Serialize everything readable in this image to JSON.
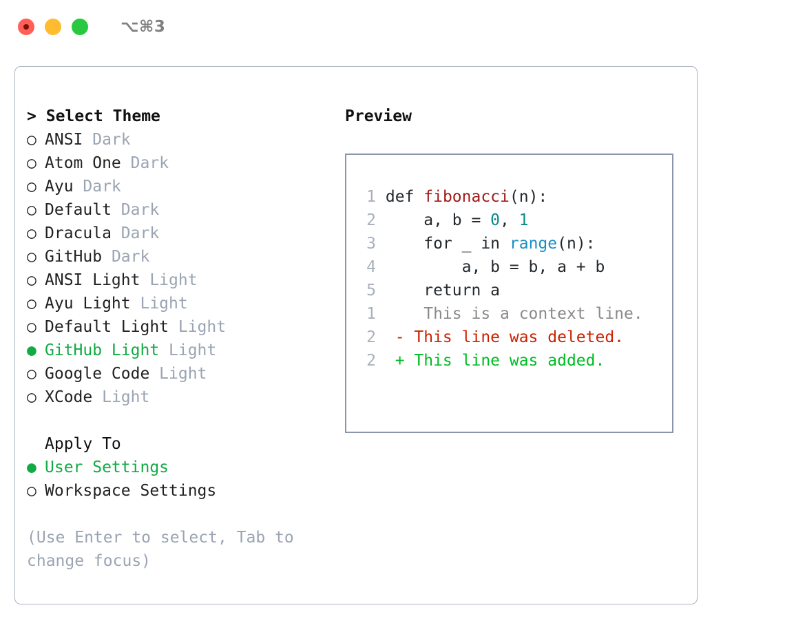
{
  "titlebar": {
    "shortcut": "⌥⌘3",
    "buttons": [
      {
        "name": "close",
        "color": "#ff5f57"
      },
      {
        "name": "minimize",
        "color": "#febc2e"
      },
      {
        "name": "maximize",
        "color": "#28c840"
      }
    ]
  },
  "theme_section": {
    "caret": ">",
    "title": "Select Theme",
    "selected": "GitHub Light",
    "items": [
      {
        "marker": "○",
        "label": "ANSI",
        "variant": "Dark",
        "selected": false
      },
      {
        "marker": "○",
        "label": "Atom One",
        "variant": "Dark",
        "selected": false
      },
      {
        "marker": "○",
        "label": "Ayu",
        "variant": "Dark",
        "selected": false
      },
      {
        "marker": "○",
        "label": "Default",
        "variant": "Dark",
        "selected": false
      },
      {
        "marker": "○",
        "label": "Dracula",
        "variant": "Dark",
        "selected": false
      },
      {
        "marker": "○",
        "label": "GitHub",
        "variant": "Dark",
        "selected": false
      },
      {
        "marker": "○",
        "label": "ANSI Light",
        "variant": "Light",
        "selected": false
      },
      {
        "marker": "○",
        "label": "Ayu Light",
        "variant": "Light",
        "selected": false
      },
      {
        "marker": "○",
        "label": "Default Light",
        "variant": "Light",
        "selected": false
      },
      {
        "marker": "●",
        "label": "GitHub Light",
        "variant": "Light",
        "selected": true
      },
      {
        "marker": "○",
        "label": "Google Code",
        "variant": "Light",
        "selected": false
      },
      {
        "marker": "○",
        "label": "XCode",
        "variant": "Light",
        "selected": false
      }
    ]
  },
  "apply_section": {
    "title": "Apply To",
    "selected": "User Settings",
    "items": [
      {
        "marker": "●",
        "label": "User Settings",
        "selected": true
      },
      {
        "marker": "○",
        "label": "Workspace Settings",
        "selected": false
      }
    ]
  },
  "hint": "(Use Enter to select, Tab to change focus)",
  "preview": {
    "title": "Preview",
    "code_lines": [
      {
        "lineno": "1",
        "tokens": [
          {
            "text": " def ",
            "type": "plain"
          },
          {
            "text": "fibonacci",
            "type": "fn"
          },
          {
            "text": "(n):",
            "type": "plain"
          }
        ]
      },
      {
        "lineno": "2",
        "tokens": [
          {
            "text": "     a, b = ",
            "type": "plain"
          },
          {
            "text": "0",
            "type": "num"
          },
          {
            "text": ", ",
            "type": "plain"
          },
          {
            "text": "1",
            "type": "num"
          }
        ]
      },
      {
        "lineno": "3",
        "tokens": [
          {
            "text": "     for _ in ",
            "type": "plain"
          },
          {
            "text": "range",
            "type": "call"
          },
          {
            "text": "(n):",
            "type": "plain"
          }
        ]
      },
      {
        "lineno": "4",
        "tokens": [
          {
            "text": "         a, b = b, a + b",
            "type": "plain"
          }
        ]
      },
      {
        "lineno": "5",
        "tokens": [
          {
            "text": "     return a",
            "type": "plain"
          }
        ]
      }
    ],
    "diff_lines": [
      {
        "lineno": "1",
        "sign": "  ",
        "text": " This is a context line.",
        "type": "context"
      },
      {
        "lineno": "2",
        "sign": "- ",
        "text": "This line was deleted.",
        "type": "deleted"
      },
      {
        "lineno": "2",
        "sign": "+ ",
        "text": "This line was added.",
        "type": "added"
      }
    ]
  },
  "colors": {
    "accent_green": "#11aa44",
    "muted": "#9aa4b2",
    "border": "#aab3c0",
    "preview_border": "#8b97a8",
    "fn_red": "#a01b1b",
    "num_teal": "#0a8a8a",
    "call_blue": "#1a8fc4",
    "diff_deleted": "#cc2200",
    "diff_added": "#00bb22"
  }
}
